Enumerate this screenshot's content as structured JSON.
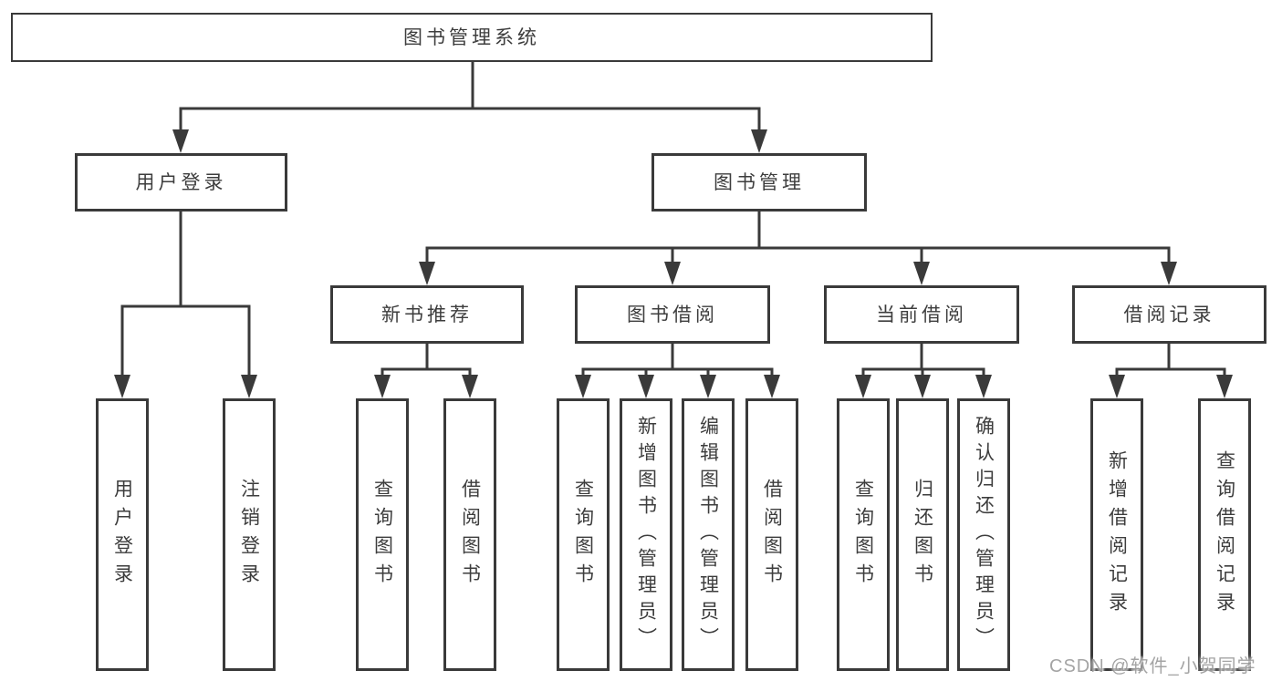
{
  "diagram": {
    "root": {
      "label": "图书管理系统"
    },
    "level2": [
      {
        "id": "user-login",
        "label": "用户登录"
      },
      {
        "id": "book-management",
        "label": "图书管理"
      }
    ],
    "level3": [
      {
        "id": "new-book-recommend",
        "label": "新书推荐",
        "parent": "图书管理"
      },
      {
        "id": "book-borrow",
        "label": "图书借阅",
        "parent": "图书管理"
      },
      {
        "id": "current-borrow",
        "label": "当前借阅",
        "parent": "图书管理"
      },
      {
        "id": "borrow-record",
        "label": "借阅记录",
        "parent": "图书管理"
      }
    ],
    "leaves": [
      {
        "id": "leaf-user-login",
        "label": "用户登录",
        "parent": "用户登录"
      },
      {
        "id": "leaf-logout",
        "label": "注销登录",
        "parent": "用户登录"
      },
      {
        "id": "leaf-query-book-recommend",
        "label": "查询图书",
        "parent": "新书推荐"
      },
      {
        "id": "leaf-borrow-book-recommend",
        "label": "借阅图书",
        "parent": "新书推荐"
      },
      {
        "id": "leaf-query-book-borrow",
        "label": "查询图书",
        "parent": "图书借阅"
      },
      {
        "id": "leaf-add-book-admin",
        "label": "新增图书（管理员）",
        "parent": "图书借阅"
      },
      {
        "id": "leaf-edit-book-admin",
        "label": "编辑图书（管理员）",
        "parent": "图书借阅"
      },
      {
        "id": "leaf-borrow-book",
        "label": "借阅图书",
        "parent": "图书借阅"
      },
      {
        "id": "leaf-query-book-current",
        "label": "查询图书",
        "parent": "当前借阅"
      },
      {
        "id": "leaf-return-book",
        "label": "归还图书",
        "parent": "当前借阅"
      },
      {
        "id": "leaf-confirm-return-admin",
        "label": "确认归还（管理员）",
        "parent": "当前借阅"
      },
      {
        "id": "leaf-add-borrow-record",
        "label": "新增借阅记录",
        "parent": "借阅记录"
      },
      {
        "id": "leaf-query-borrow-record",
        "label": "查询借阅记录",
        "parent": "借阅记录"
      }
    ],
    "line_color": "#3a3a3a",
    "watermark": "CSDN @软件_小贺同学"
  }
}
